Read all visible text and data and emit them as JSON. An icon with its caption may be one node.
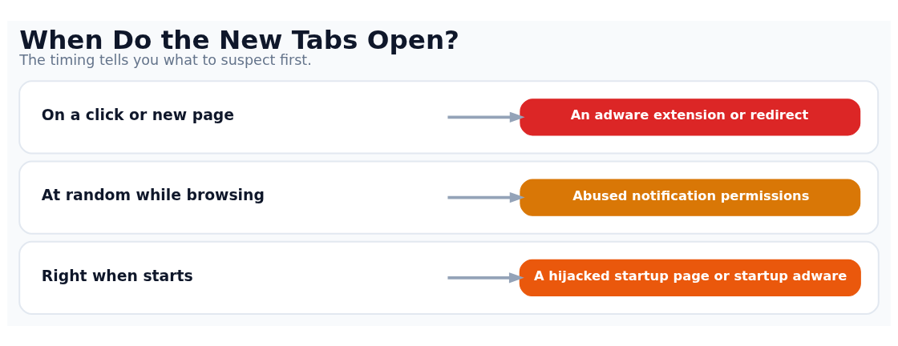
{
  "diagram": {
    "title": "When Do the New Tabs Open?",
    "caption": "The timing tells you what to suspect first.",
    "nodes": [
      {
        "text": [],
        "shape": "box"
      },
      {
        "text": [
          "On a click or new page"
        ],
        "in": 0
      },
      {
        "text": [
          "An adware extension or redirect"
        ],
        "in": 0
      },
      {
        "text": [],
        "shape": "box"
      },
      {
        "text": [
          "At random while browsing"
        ],
        "in": 3
      },
      {
        "text": [
          "Abused notification permissions"
        ],
        "in": 3
      },
      {
        "text": [],
        "shape": "box"
      },
      {
        "text": [
          "Right when starts"
        ],
        "in": 6
      },
      {
        "text": [
          "A hijacked startup page or startup adware"
        ],
        "in": 6
      }
    ],
    "edges": [
      {
        "from": 1,
        "to": 2,
        "arrow": "to"
      },
      {
        "from": 4,
        "to": 5,
        "arrow": "to"
      },
      {
        "from": 7,
        "to": 8,
        "arrow": "to"
      }
    ]
  }
}
